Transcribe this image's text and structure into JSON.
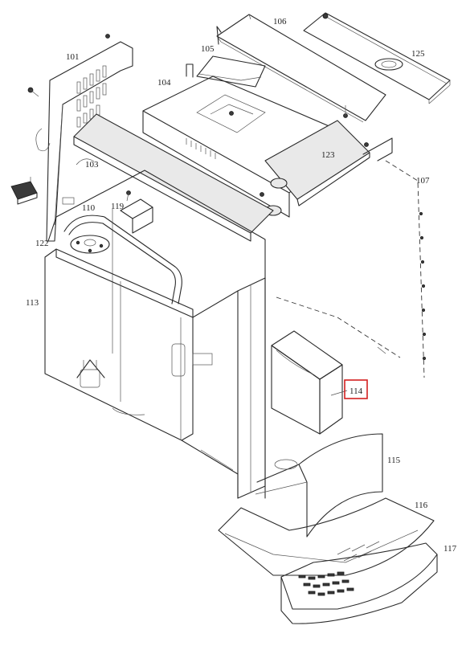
{
  "diagram": {
    "highlight_color": "#d32020",
    "highlighted_part": "114",
    "parts": [
      {
        "id": "p101",
        "label": "101"
      },
      {
        "id": "p103",
        "label": "103"
      },
      {
        "id": "p104",
        "label": "104"
      },
      {
        "id": "p105",
        "label": "105"
      },
      {
        "id": "p106",
        "label": "106"
      },
      {
        "id": "p107",
        "label": "107"
      },
      {
        "id": "p110",
        "label": "110"
      },
      {
        "id": "p113",
        "label": "113"
      },
      {
        "id": "p114",
        "label": "114"
      },
      {
        "id": "p115",
        "label": "115"
      },
      {
        "id": "p116",
        "label": "116"
      },
      {
        "id": "p117",
        "label": "117"
      },
      {
        "id": "p119",
        "label": "119"
      },
      {
        "id": "p122",
        "label": "122"
      },
      {
        "id": "p123",
        "label": "123"
      },
      {
        "id": "p125",
        "label": "125"
      }
    ]
  }
}
